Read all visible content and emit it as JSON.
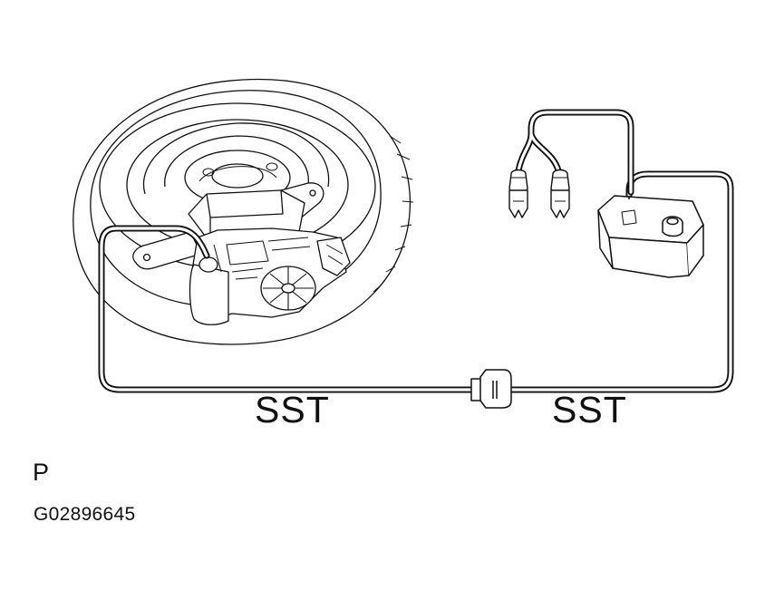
{
  "labels": {
    "sst_left": "SST",
    "sst_right": "SST",
    "code_letter": "P",
    "figure_id": "G02896645"
  },
  "colors": {
    "line": "#111111",
    "background": "#ffffff"
  }
}
